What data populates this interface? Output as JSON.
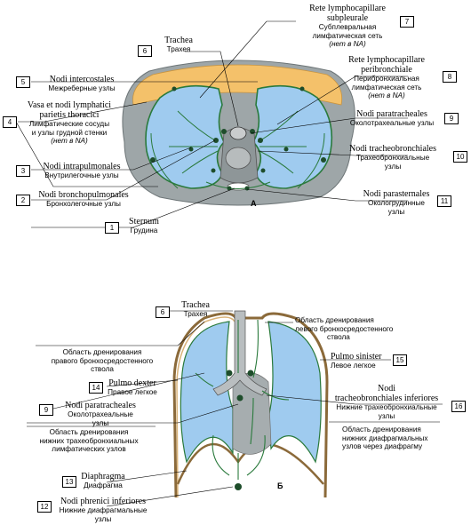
{
  "panel_a": "A",
  "panel_b": "Б",
  "labels": {
    "trachea_a": {
      "num": "6",
      "lat": "Trachea",
      "ru": "Трахея"
    },
    "rete_subpleurale": {
      "num": "7",
      "lat1": "Rete lymphocapillare",
      "lat2": "subpleurale",
      "ru1": "Субплевральная",
      "ru2": "лимфатическая сеть",
      "ru3": "(нет в NA)"
    },
    "nodi_intercostales": {
      "num": "5",
      "lat": "Nodi intercostales",
      "ru": "Межреберные узлы"
    },
    "rete_peribronchiale": {
      "num": "8",
      "lat1": "Rete lymphocapillare",
      "lat2": "peribronchiale",
      "ru1": "Перибронхиальная",
      "ru2": "лимфатическая сеть",
      "ru3": "(нет в NA)"
    },
    "vasa_nodi_parietis": {
      "num": "4",
      "lat1": "Vasa et nodi lymphatici",
      "lat2": "parietis thoracici",
      "ru1": "Лимфатические сосуды",
      "ru2": "и узлы грудной стенки",
      "ru3": "(нет в NA)"
    },
    "nodi_paratracheales_a": {
      "num": "9",
      "lat": "Nodi paratracheales",
      "ru": "Околотрахеальные узлы"
    },
    "nodi_intrapulmonales": {
      "num": "3",
      "lat": "Nodi intrapulmonales",
      "ru": "Внутрилегочные узлы"
    },
    "nodi_tracheobronchiales": {
      "num": "10",
      "lat": "Nodi tracheobronchiales",
      "ru1": "Трахеобронхиальные",
      "ru2": "узлы"
    },
    "nodi_bronchopulmonales": {
      "num": "2",
      "lat": "Nodi bronchopulmonales",
      "ru": "Бронхолегочные узлы"
    },
    "nodi_parasternales": {
      "num": "11",
      "lat": "Nodi parasternales",
      "ru1": "Окологрудинные",
      "ru2": "узлы"
    },
    "sternum": {
      "num": "1",
      "lat": "Sternum",
      "ru": "Грудина"
    },
    "trachea_b": {
      "num": "6",
      "lat": "Trachea",
      "ru": "Трахея"
    },
    "drain_left": {
      "ru1": "Область дренирования",
      "ru2": "левого бронхосредостенного",
      "ru3": "ствола"
    },
    "drain_right": {
      "ru1": "Область дренирования",
      "ru2": "правого бронхосредостенного",
      "ru3": "ствола"
    },
    "pulmo_sinister": {
      "num": "15",
      "lat": "Pulmo sinister",
      "ru": "Левое легкое"
    },
    "pulmo_dexter": {
      "num": "14",
      "lat": "Pulmo dexter",
      "ru": "Правое легкое"
    },
    "nodi_tracheobronchiales_inf": {
      "num": "16",
      "lat1": "Nodi",
      "lat2": "tracheobronchiales inferiores",
      "ru1": "Нижние трахеобронхиальные",
      "ru2": "узлы"
    },
    "nodi_paratracheales_b": {
      "num": "9",
      "lat": "Nodi paratracheales",
      "ru1": "Околотрахеальные",
      "ru2": "узлы"
    },
    "drain_lower_tb": {
      "ru1": "Область дренирования",
      "ru2": "нижних трахеобронхиальных",
      "ru3": "лимфатических узлов"
    },
    "drain_phrenic": {
      "ru1": "Область дренирования",
      "ru2": "нижних диафрагмальных",
      "ru3": "узлов через диафрагму"
    },
    "diaphragma": {
      "num": "13",
      "lat": "Diaphragma",
      "ru": "Диафрагма"
    },
    "nodi_phrenici_inf": {
      "num": "12",
      "lat": "Nodi phrenici inferiores",
      "ru1": "Нижние диафрагмальные",
      "ru2": "узлы"
    }
  },
  "colors": {
    "lung": "#9fcbef",
    "fat": "#f4c16a",
    "wall": "#9ea6a8",
    "node": "#1e4d2b",
    "vessel": "#2a7a3c"
  }
}
